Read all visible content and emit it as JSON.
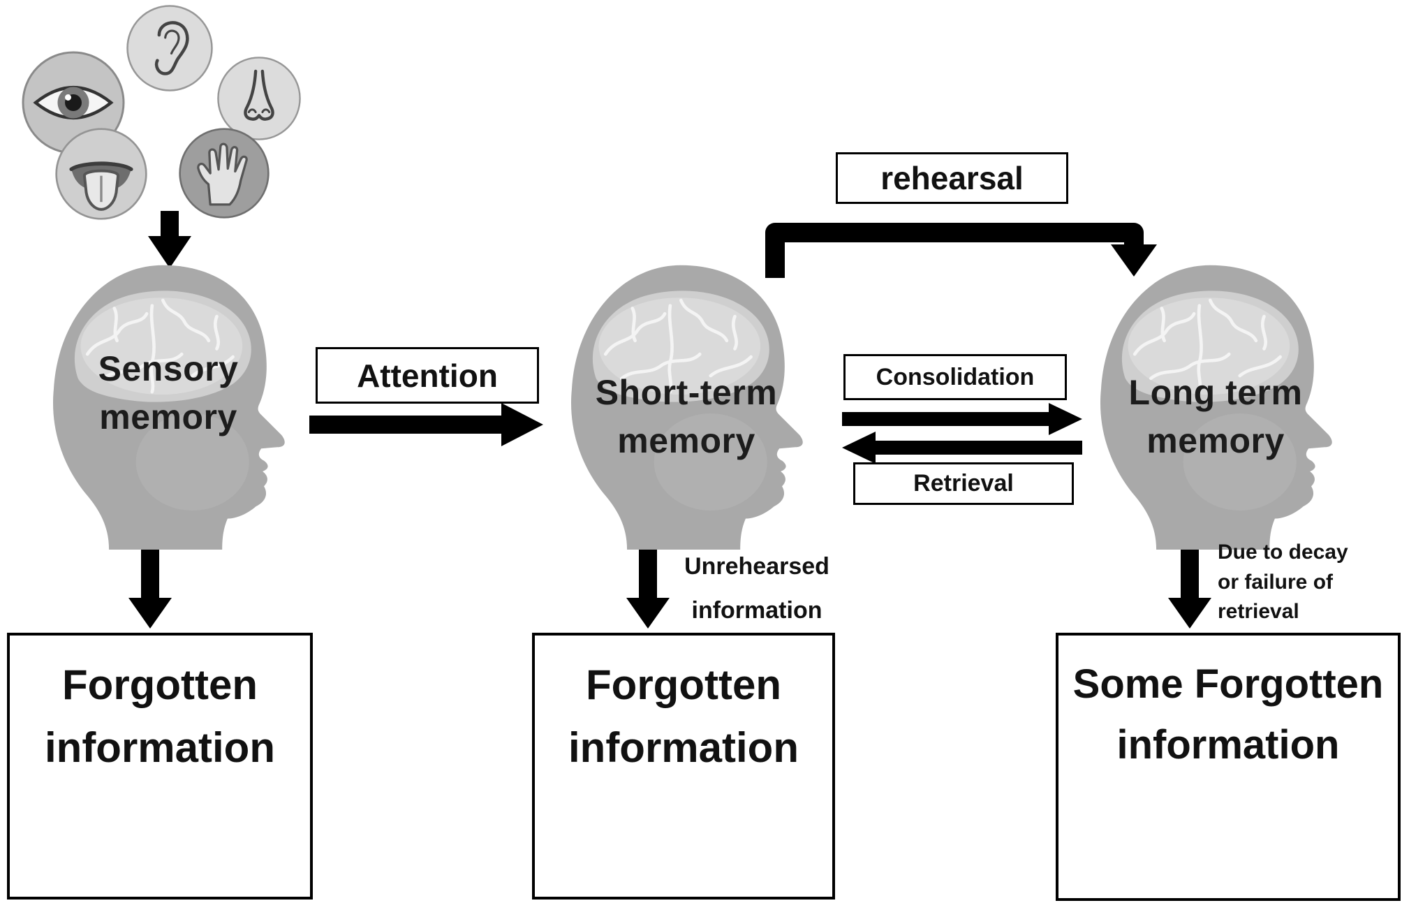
{
  "colors": {
    "background": "#ffffff",
    "head_gray": "#a9a9a9",
    "brain_light": "#d4d4d4",
    "arrow_black": "#000000",
    "box_border": "#000000",
    "text_dark": "#1c1c1c"
  },
  "icons": {
    "senses": [
      "eye",
      "ear",
      "nose",
      "tongue",
      "hand"
    ]
  },
  "nodes": {
    "sensory": {
      "line1": "Sensory",
      "line2": "memory"
    },
    "short_term": {
      "line1": "Short-term",
      "line2": "memory"
    },
    "long_term": {
      "line1": "Long term",
      "line2": "memory"
    }
  },
  "process_labels": {
    "attention": "Attention",
    "rehearsal": "rehearsal",
    "consolidation": "Consolidation",
    "retrieval": "Retrieval"
  },
  "annotations": {
    "unrehearsed": {
      "line1": "Unrehearsed",
      "line2": "information"
    },
    "decay": {
      "line1": "Due to decay",
      "line2": "or failure of",
      "line3": "retrieval"
    }
  },
  "outcomes": {
    "sensory": {
      "line1": "Forgotten",
      "line2": "information"
    },
    "short_term": {
      "line1": "Forgotten",
      "line2": "information"
    },
    "long_term": {
      "line1": "Some Forgotten",
      "line2": "information"
    }
  }
}
